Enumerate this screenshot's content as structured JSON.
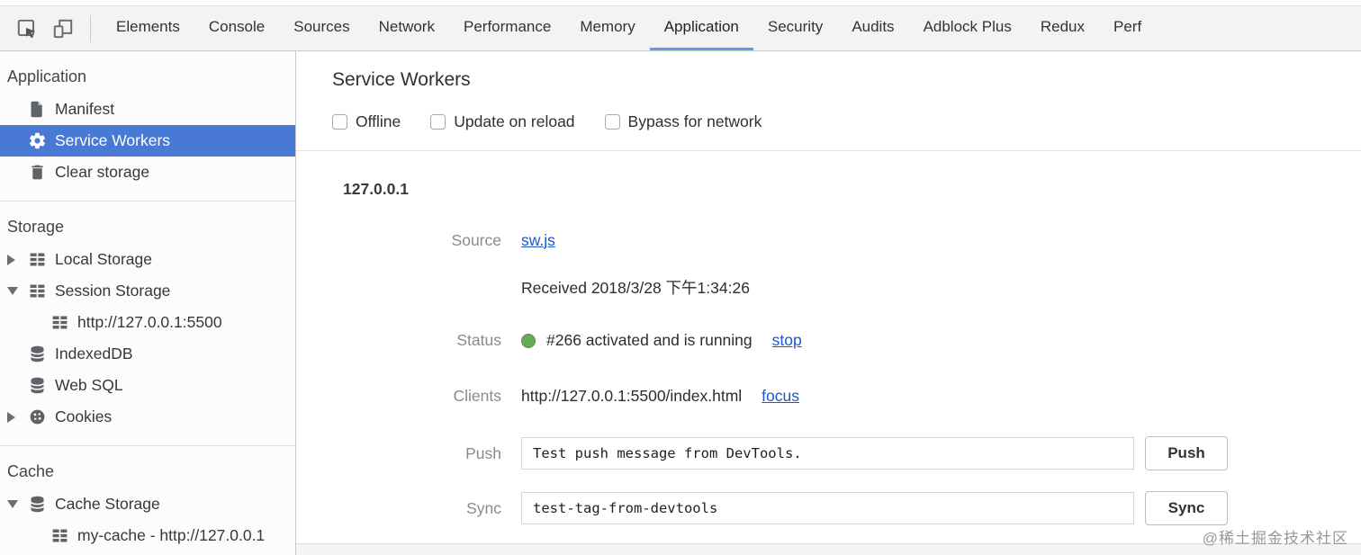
{
  "toolbar": {
    "tabs": [
      {
        "label": "Elements",
        "active": false
      },
      {
        "label": "Console",
        "active": false
      },
      {
        "label": "Sources",
        "active": false
      },
      {
        "label": "Network",
        "active": false
      },
      {
        "label": "Performance",
        "active": false
      },
      {
        "label": "Memory",
        "active": false
      },
      {
        "label": "Application",
        "active": true
      },
      {
        "label": "Security",
        "active": false
      },
      {
        "label": "Audits",
        "active": false
      },
      {
        "label": "Adblock Plus",
        "active": false
      },
      {
        "label": "Redux",
        "active": false
      },
      {
        "label": "Perf",
        "active": false
      }
    ]
  },
  "sidebar": {
    "sections": [
      {
        "title": "Application"
      },
      {
        "title": "Storage"
      },
      {
        "title": "Cache"
      }
    ],
    "items": {
      "manifest": "Manifest",
      "service_workers": "Service Workers",
      "clear_storage": "Clear storage",
      "local_storage": "Local Storage",
      "session_storage": "Session Storage",
      "session_storage_child": "http://127.0.0.1:5500",
      "indexeddb": "IndexedDB",
      "web_sql": "Web SQL",
      "cookies": "Cookies",
      "cache_storage": "Cache Storage",
      "cache_storage_child": "my-cache - http://127.0.0.1"
    }
  },
  "main": {
    "title": "Service Workers",
    "checkboxes": [
      "Offline",
      "Update on reload",
      "Bypass for network"
    ],
    "origin": "127.0.0.1",
    "source": {
      "label": "Source",
      "value": "sw.js"
    },
    "received": "Received 2018/3/28 下午1:34:26",
    "status": {
      "label": "Status",
      "value": "#266 activated and is running",
      "action": "stop"
    },
    "clients": {
      "label": "Clients",
      "value": "http://127.0.0.1:5500/index.html",
      "action": "focus"
    },
    "push": {
      "label": "Push",
      "value": "Test push message from DevTools.",
      "button": "Push"
    },
    "sync": {
      "label": "Sync",
      "value": "test-tag-from-devtools",
      "button": "Sync"
    }
  },
  "watermark": "@稀土掘金技术社区",
  "colors": {
    "selection_blue": "#4879d4",
    "tab_underline_blue": "#5f9be8",
    "link_blue": "#1a58cc",
    "status_green": "#68aa5b",
    "toolbar_gray": "#f3f3f3"
  }
}
